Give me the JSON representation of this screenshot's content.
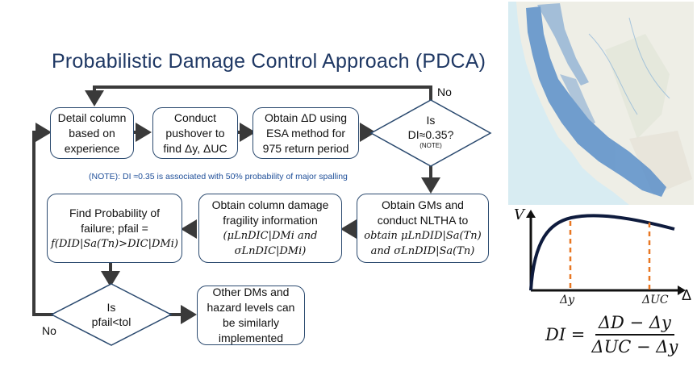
{
  "title": "Probabilistic Damage Control Approach (PDCA)",
  "boxes": {
    "detail": "Detail column based on experience",
    "pushover_a": "Conduct pushover to",
    "pushover_b": "find Δy, ΔUC",
    "esa_a": "Obtain ΔD using",
    "esa_b": "ESA method for 975 return period",
    "gms_a": "Obtain GMs and conduct NLTHA to",
    "gms_b": "obtain μLnDID|Sa(Tn)",
    "gms_c": "and σLnDID|Sa(Tn)",
    "frag_a": "Obtain column damage fragility information",
    "frag_b": "(μLnDIC|DMi and",
    "frag_c": "σLnDIC|DMi)",
    "prob_a": "Find Probability of",
    "prob_b": "failure; pfail =",
    "prob_c": "f(DID|Sa(Tn)>DIC|DMi)",
    "other": "Other DMs and hazard levels can be similarly implemented"
  },
  "decisions": {
    "di_a": "Is",
    "di_b": "DI≈0.35?",
    "di_note": "(NOTE)",
    "pf_a": "Is",
    "pf_b": "pfail<tol"
  },
  "labels": {
    "no_top": "No",
    "no_bottom": "No"
  },
  "note": "(NOTE): DI ≈0.35 is associated with 50% probability of major spalling",
  "curve": {
    "v_label": "V",
    "delta_label": "Δ",
    "dy_label": "Δy",
    "duc_label": "ΔUC",
    "formula_lhs": "DI =",
    "formula_num": "ΔD − Δy",
    "formula_den": "ΔUC − Δy"
  },
  "colors": {
    "title": "#1f3864",
    "box_border": "#2b4a6f",
    "arrow": "#3a3a3a",
    "note": "#1f4f99",
    "dash": "#e87722",
    "map_point": "#5b8fc9"
  }
}
